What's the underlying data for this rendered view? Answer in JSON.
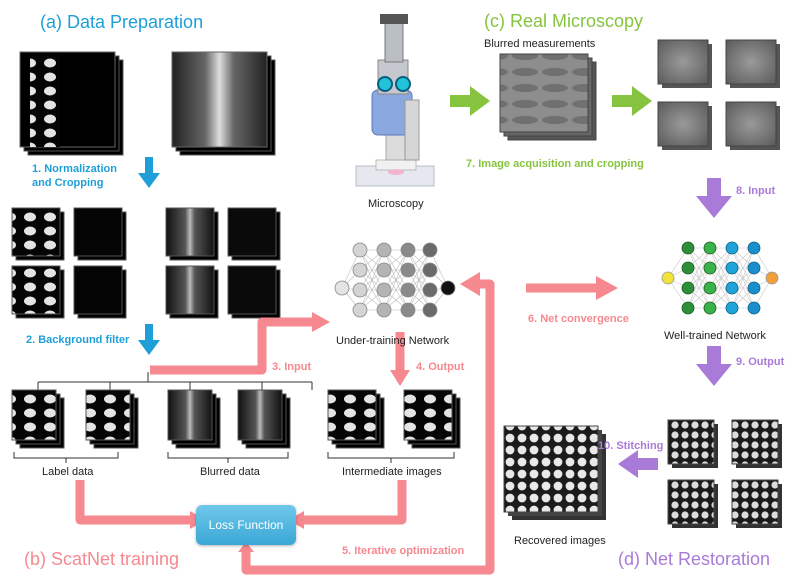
{
  "sections": {
    "a": "(a)   Data Preparation",
    "b": "(b)   ScatNet training",
    "c": "(c) Real Microscopy",
    "d": "(d) Net Restoration"
  },
  "steps": {
    "s1": "1. Normalization\nand Cropping",
    "s2": "2. Background filter",
    "s3": "3. Input",
    "s4": "4. Output",
    "s5": "5. Iterative optimization",
    "s6": "6. Net convergence",
    "s7": "7. Image acquisition and cropping",
    "s8": "8. Input",
    "s9": "9. Output",
    "s10": "10. Stitching"
  },
  "labels": {
    "blurred_measurements": "Blurred measurements",
    "microscopy": "Microscopy",
    "under_training": "Under-training Network",
    "well_trained": "Well-trained Network",
    "label_data": "Label data",
    "blurred_data": "Blurred data",
    "intermediate": "Intermediate images",
    "recovered": "Recovered images",
    "loss_function": "Loss Function"
  },
  "colors": {
    "blue": "#1e9fd8",
    "pink": "#f5898f",
    "green": "#86c440",
    "purple": "#a97ad8",
    "loss": "#3aa7d6"
  }
}
